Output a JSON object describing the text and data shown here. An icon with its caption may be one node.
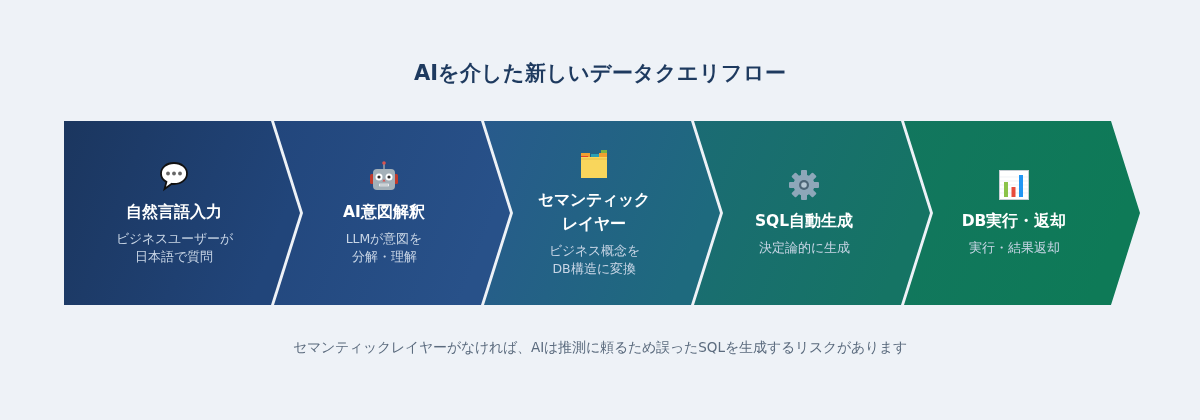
{
  "diagram": {
    "title": "AIを介した新しいデータクエリフロー",
    "nodes": [
      {
        "text": [
          "自然言語入力",
          "ビジネスユーザーが日本語で質問"
        ]
      },
      {
        "text": [
          "AI意図解釈",
          "LLMが意図を分解・理解"
        ]
      },
      {
        "text": [
          "セマンティックレイヤー",
          "ビジネス概念をDB構造に変換"
        ]
      },
      {
        "text": [
          "SQL自動生成",
          "決定論的に生成"
        ]
      },
      {
        "text": [
          "DB実行・返却",
          "実行・結果返却"
        ]
      }
    ],
    "caption": "セマンティックレイヤーがなければ、AIは推測に頼るため誤ったSQLを生成するリスクがあります"
  }
}
